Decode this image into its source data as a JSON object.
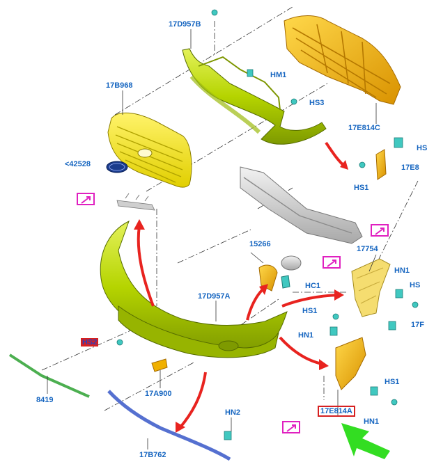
{
  "parts": {
    "p17D957B": "17D957B",
    "p17B968": "17B968",
    "p42528": "<42528",
    "pHM1": "HM1",
    "pHS3": "HS3",
    "p17E814C": "17E814C",
    "pHS_top_right": "HS",
    "pHS1_upper": "HS1",
    "p17E8": "17E8",
    "p15266": "15266",
    "pHC1": "HC1",
    "p17754": "17754",
    "pHN1_right": "HN1",
    "pHS_right": "HS",
    "p17D957A": "17D957A",
    "pHS1_mid": "HS1",
    "pHN1_mid": "HN1",
    "p17F": "17F",
    "pHS2": "HS2",
    "p8419": "8419",
    "p17A900": "17A900",
    "pHS1_low": "HS1",
    "p17E814A": "17E814A",
    "pHN1_low": "HN1",
    "pHN2": "HN2",
    "p17B762": "17B762"
  },
  "colors": {
    "label": "#1565c0",
    "bumper": "#b5d400",
    "grille_insert": "#f2e600",
    "reinforcement": "#f0b000",
    "beam": "#c8c8c8",
    "strip": "#4caf50",
    "deflector": "#5570d0",
    "bracket": "#f5dd70",
    "clip": "#40c8c0",
    "arrow": "#e8231f",
    "highlight_arrow": "#33dd22",
    "reference_box": "#e020c0"
  },
  "icons": [
    "reference-arrow-icon",
    "ford-oval-badge-icon",
    "screw-icon",
    "clip-icon"
  ]
}
